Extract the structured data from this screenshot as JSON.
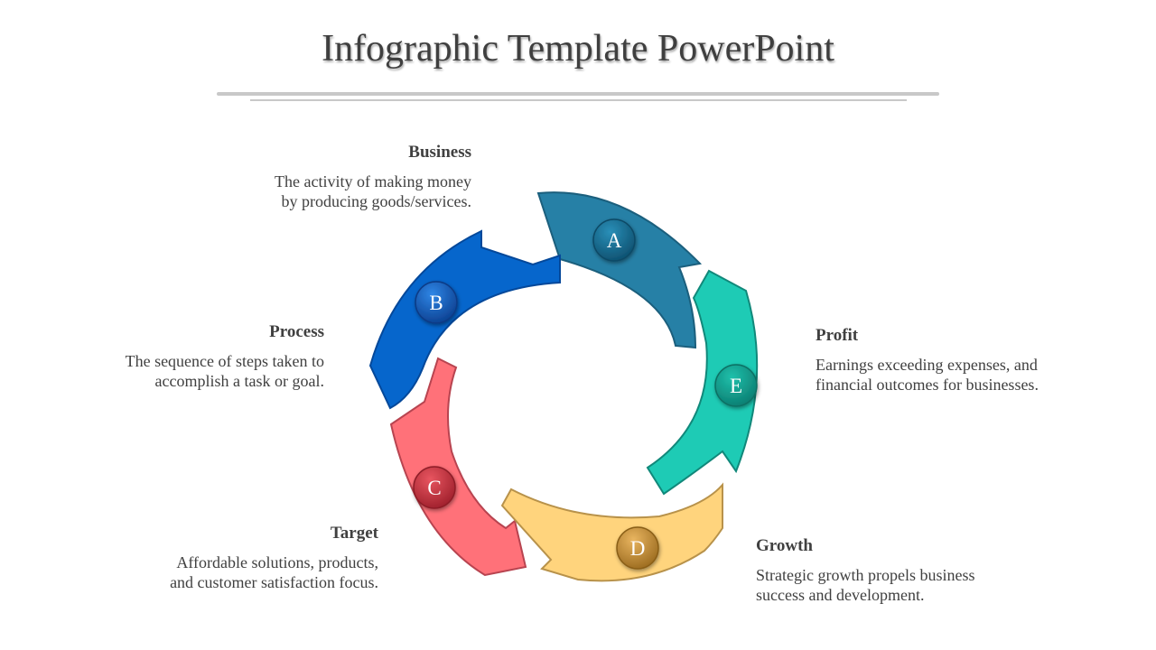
{
  "title": "Infographic Template PowerPoint",
  "segments": [
    {
      "letter": "A",
      "color": "#2680a6",
      "title": "Business",
      "desc_line1": "The activity of making money",
      "desc_line2": "by producing goods/services."
    },
    {
      "letter": "B",
      "color": "#0666cc",
      "title": "Process",
      "desc_line1": "The sequence of steps taken to",
      "desc_line2": "accomplish a task or goal."
    },
    {
      "letter": "C",
      "color": "#ff7179",
      "title": "Target",
      "desc_line1": "Affordable solutions, products,",
      "desc_line2": "and customer satisfaction focus."
    },
    {
      "letter": "D",
      "color": "#ffd47d",
      "title": "Growth",
      "desc_line1": "Strategic growth propels business",
      "desc_line2": "success and development."
    },
    {
      "letter": "E",
      "color": "#1ecbb5",
      "title": "Profit",
      "desc_line1": "Earnings exceeding expenses, and",
      "desc_line2": "financial outcomes for businesses."
    }
  ]
}
